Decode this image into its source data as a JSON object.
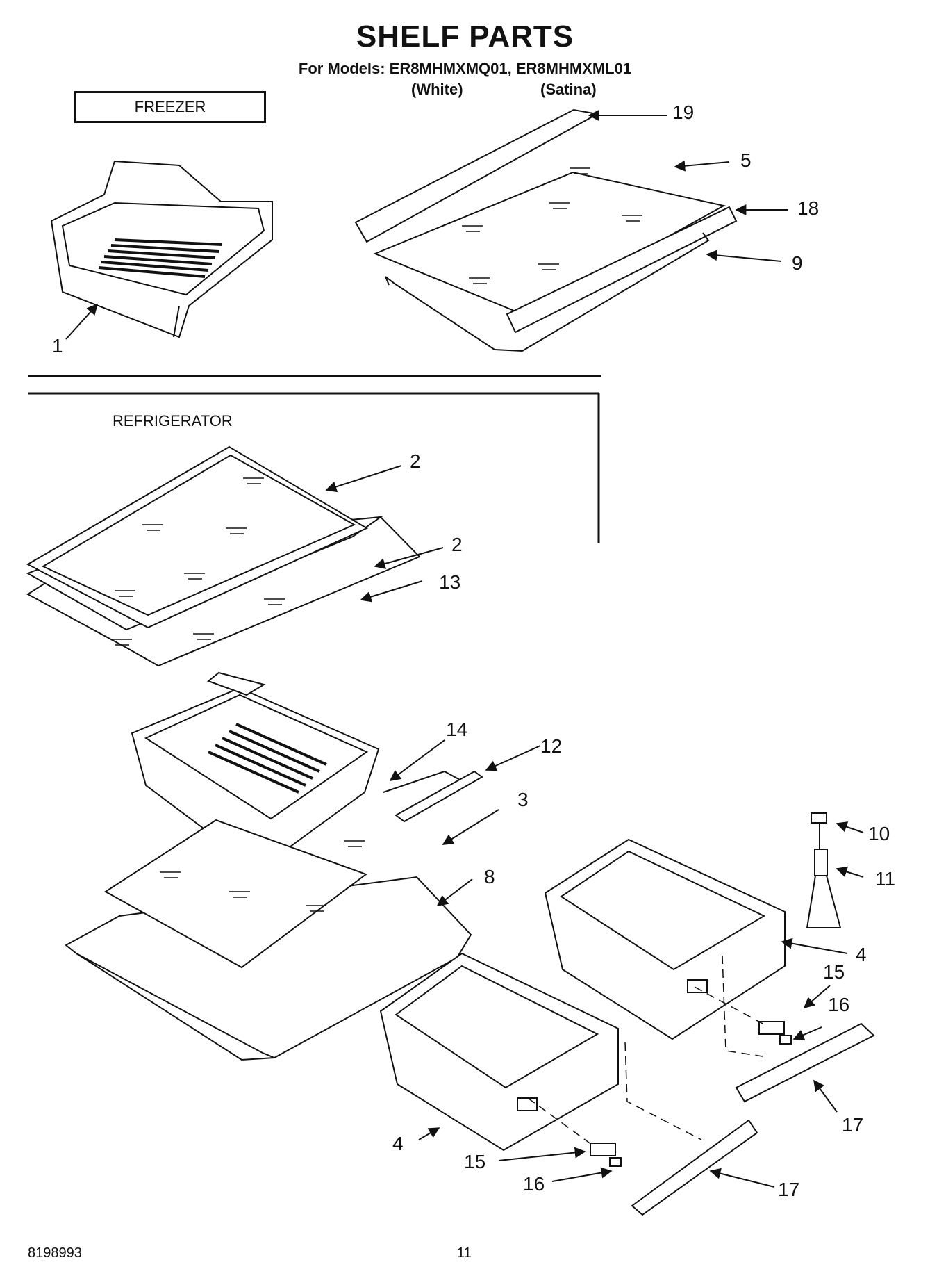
{
  "header": {
    "title": "SHELF PARTS",
    "models_line": "For Models: ER8MHMXMQ01, ER8MHMXML01",
    "variant_white": "(White)",
    "variant_satina": "(Satina)"
  },
  "sections": {
    "freezer": "FREEZER",
    "refrigerator": "REFRIGERATOR"
  },
  "callouts": [
    {
      "id": "c19",
      "label": "19"
    },
    {
      "id": "c5",
      "label": "5"
    },
    {
      "id": "c18",
      "label": "18"
    },
    {
      "id": "c9",
      "label": "9"
    },
    {
      "id": "c1",
      "label": "1"
    },
    {
      "id": "c2a",
      "label": "2"
    },
    {
      "id": "c2b",
      "label": "2"
    },
    {
      "id": "c13",
      "label": "13"
    },
    {
      "id": "c14",
      "label": "14"
    },
    {
      "id": "c12",
      "label": "12"
    },
    {
      "id": "c3",
      "label": "3"
    },
    {
      "id": "c8",
      "label": "8"
    },
    {
      "id": "c10",
      "label": "10"
    },
    {
      "id": "c11",
      "label": "11"
    },
    {
      "id": "c4a",
      "label": "4"
    },
    {
      "id": "c15a",
      "label": "15"
    },
    {
      "id": "c16a",
      "label": "16"
    },
    {
      "id": "c17a",
      "label": "17"
    },
    {
      "id": "c4b",
      "label": "4"
    },
    {
      "id": "c15b",
      "label": "15"
    },
    {
      "id": "c16b",
      "label": "16"
    },
    {
      "id": "c17b",
      "label": "17"
    }
  ],
  "footer": {
    "doc_number": "8198993",
    "page_number": "11"
  }
}
